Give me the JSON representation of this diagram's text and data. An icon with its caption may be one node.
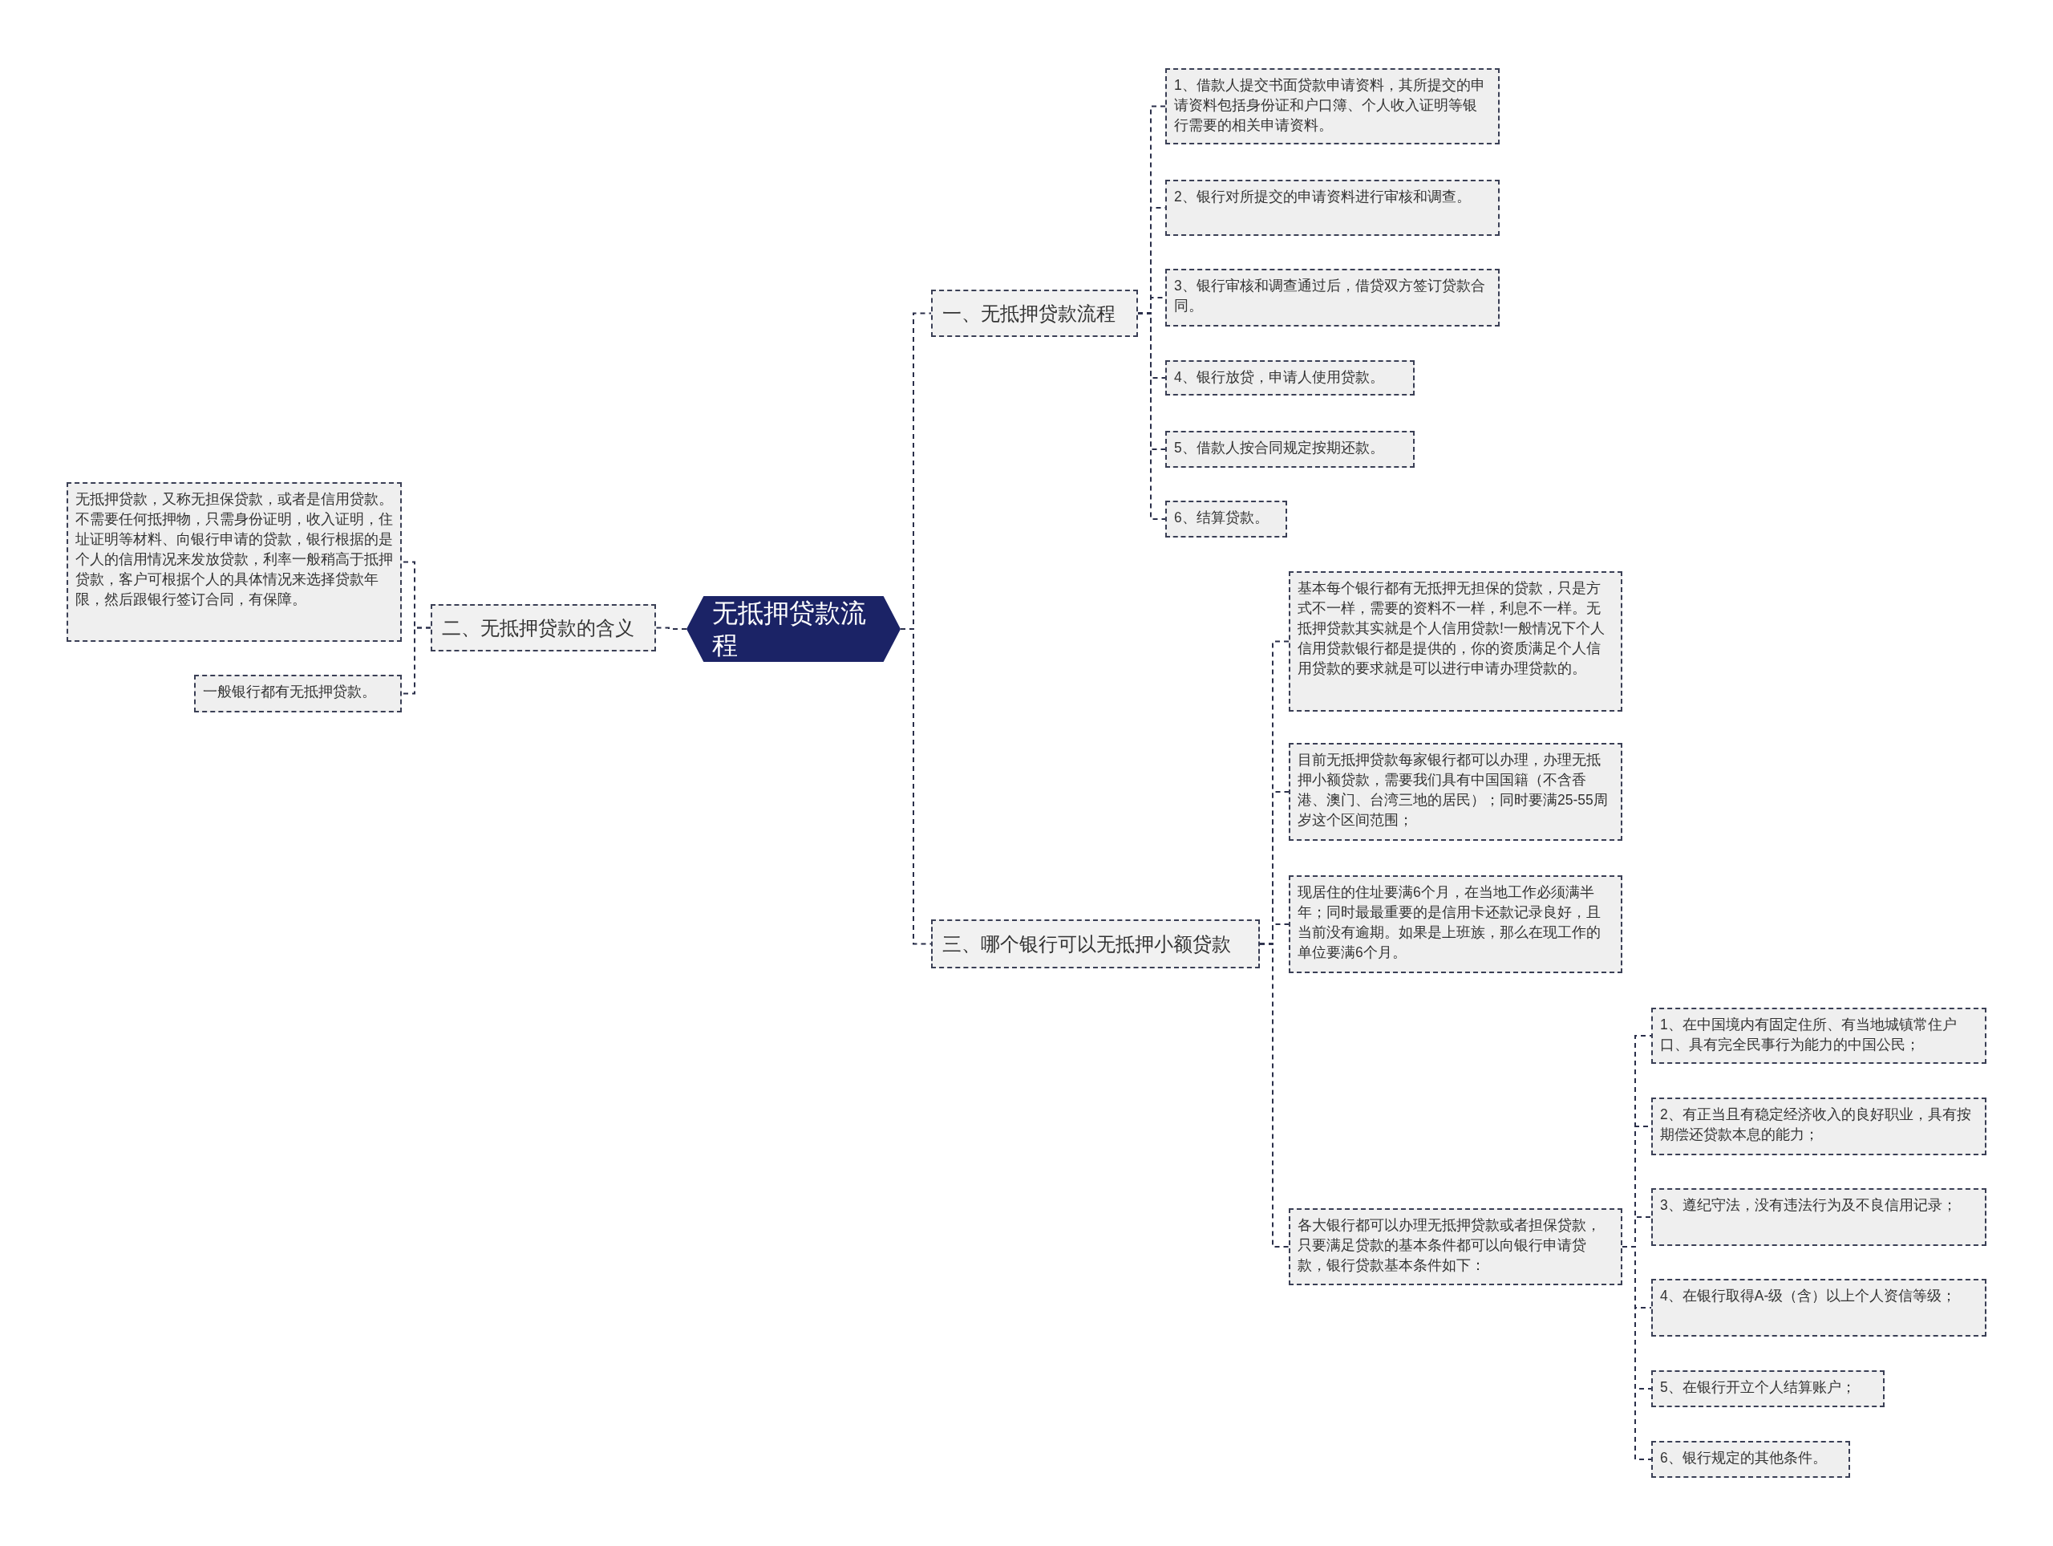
{
  "diagram": {
    "nodes": [
      {
        "text": [
          "无抵押贷款流程"
        ]
      },
      {
        "text": [
          "一、无抵押贷款流程"
        ]
      },
      {
        "text": [
          "1、借款人提交书面贷款申请资料，其所提交的申请资料包括身份证和户口簿、个人收入证明等银行需要的相关申请资料。"
        ]
      },
      {
        "text": [
          "2、银行对所提交的申请资料进行审核和调查。"
        ]
      },
      {
        "text": [
          "3、银行审核和调查通过后，借贷双方签订贷款合同。"
        ]
      },
      {
        "text": [
          "4、银行放贷，申请人使用贷款。"
        ]
      },
      {
        "text": [
          "5、借款人按合同规定按期还款。"
        ]
      },
      {
        "text": [
          "6、结算贷款。"
        ]
      },
      {
        "text": [
          "二、无抵押贷款的含义"
        ]
      },
      {
        "text": [
          "无抵押贷款，又称无担保贷款，或者是信用贷款。不需要任何抵押物，只需身份证明，收入证明，住址证明等材料、向银行申请的贷款，银行根据的是个人的信用情况来发放贷款，利率一般稍高于抵押贷款，客户可根据个人的具体情况来选择贷款年限，然后跟银行签订合同，有保障。"
        ]
      },
      {
        "text": [
          "一般银行都有无抵押贷款。"
        ]
      },
      {
        "text": [
          "三、哪个银行可以无抵押小额贷款"
        ]
      },
      {
        "text": [
          "基本每个银行都有无抵押无担保的贷款，只是方式不一样，需要的资料不一样，利息不一样。无抵押贷款其实就是个人信用贷款!一般情况下个人信用贷款银行都是提供的，你的资质满足个人信用贷款的要求就是可以进行申请办理贷款的。"
        ]
      },
      {
        "text": [
          "目前无抵押贷款每家银行都可以办理，办理无抵押小额贷款，需要我们具有中国国籍（不含香港、澳门、台湾三地的居民）；同时要满25-55周岁这个区间范围；"
        ]
      },
      {
        "text": [
          "现居住的住址要满6个月，在当地工作必须满半年；同时最最重要的是信用卡还款记录良好，且当前没有逾期。如果是上班族，那么在现工作的单位要满6个月。"
        ]
      },
      {
        "text": [
          "各大银行都可以办理无抵押贷款或者担保贷款，只要满足贷款的基本条件都可以向银行申请贷款，银行贷款基本条件如下："
        ]
      },
      {
        "text": [
          "1、在中国境内有固定住所、有当地城镇常住户口、具有完全民事行为能力的中国公民；"
        ]
      },
      {
        "text": [
          "2、有正当且有稳定经济收入的良好职业，具有按期偿还贷款本息的能力；"
        ]
      },
      {
        "text": [
          "3、遵纪守法，没有违法行为及不良信用记录；"
        ]
      },
      {
        "text": [
          "4、在银行取得A-级（含）以上个人资信等级；"
        ]
      },
      {
        "text": [
          "5、在银行开立个人结算账户；"
        ]
      },
      {
        "text": [
          "6、银行规定的其他条件。"
        ]
      }
    ],
    "edges": [
      {
        "from": 0,
        "to": 1,
        "arrow": "none",
        "style": "dashed"
      },
      {
        "from": 1,
        "to": 2,
        "arrow": "none",
        "style": "dashed"
      },
      {
        "from": 1,
        "to": 3,
        "arrow": "none",
        "style": "dashed"
      },
      {
        "from": 1,
        "to": 4,
        "arrow": "none",
        "style": "dashed"
      },
      {
        "from": 1,
        "to": 5,
        "arrow": "none",
        "style": "dashed"
      },
      {
        "from": 1,
        "to": 6,
        "arrow": "none",
        "style": "dashed"
      },
      {
        "from": 1,
        "to": 7,
        "arrow": "none",
        "style": "dashed"
      },
      {
        "from": 0,
        "to": 8,
        "arrow": "none",
        "style": "dashed"
      },
      {
        "from": 8,
        "to": 9,
        "arrow": "none",
        "style": "dashed"
      },
      {
        "from": 8,
        "to": 10,
        "arrow": "none",
        "style": "dashed"
      },
      {
        "from": 0,
        "to": 11,
        "arrow": "none",
        "style": "dashed"
      },
      {
        "from": 11,
        "to": 12,
        "arrow": "none",
        "style": "dashed"
      },
      {
        "from": 11,
        "to": 13,
        "arrow": "none",
        "style": "dashed"
      },
      {
        "from": 11,
        "to": 14,
        "arrow": "none",
        "style": "dashed"
      },
      {
        "from": 11,
        "to": 15,
        "arrow": "none",
        "style": "dashed"
      },
      {
        "from": 15,
        "to": 16,
        "arrow": "none",
        "style": "dashed"
      },
      {
        "from": 15,
        "to": 17,
        "arrow": "none",
        "style": "dashed"
      },
      {
        "from": 15,
        "to": 18,
        "arrow": "none",
        "style": "dashed"
      },
      {
        "from": 15,
        "to": 19,
        "arrow": "none",
        "style": "dashed"
      },
      {
        "from": 15,
        "to": 20,
        "arrow": "none",
        "style": "dashed"
      },
      {
        "from": 15,
        "to": 21,
        "arrow": "none",
        "style": "dashed"
      }
    ]
  }
}
